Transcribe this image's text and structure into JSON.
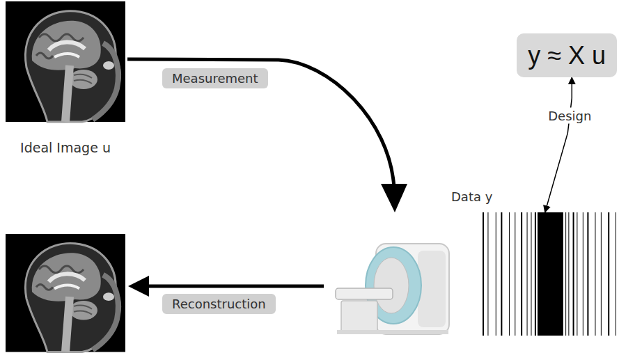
{
  "diagram": {
    "nodes": [
      {
        "text": [
          "Ideal Image u"
        ]
      },
      {
        "text": [
          "y ≈ X u"
        ]
      },
      {
        "text": [
          "Data y"
        ]
      }
    ],
    "edges": [
      {
        "from": 1,
        "to": 2,
        "arrow": "both",
        "label": "Design"
      }
    ],
    "labels": [
      "Measurement",
      "Reconstruction"
    ]
  }
}
